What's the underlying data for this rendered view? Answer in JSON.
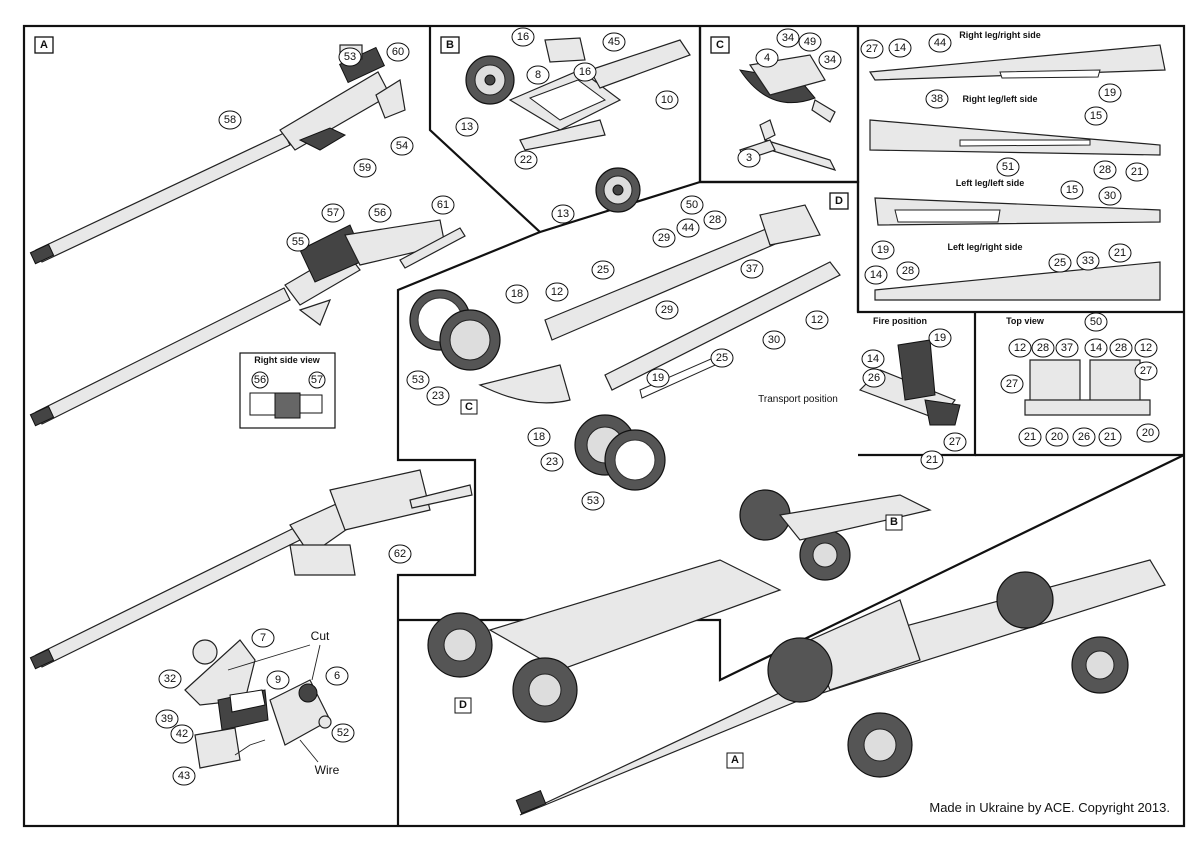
{
  "title": "Assembly instructions sheet - gun carriage",
  "sections": [
    {
      "id": "A",
      "label": "A"
    },
    {
      "id": "B",
      "label": "B"
    },
    {
      "id": "C",
      "label": "C"
    },
    {
      "id": "D",
      "label": "D"
    }
  ],
  "callouts": {
    "A": [
      "53",
      "60",
      "58",
      "54",
      "59",
      "55",
      "57",
      "56",
      "61",
      "62",
      "7",
      "32",
      "9",
      "6",
      "39",
      "42",
      "52",
      "43"
    ],
    "B": [
      "16",
      "45",
      "8",
      "16",
      "10",
      "13",
      "22",
      "13"
    ],
    "C": [
      "34",
      "49",
      "4",
      "34",
      "3"
    ],
    "D": [
      "50",
      "28",
      "29",
      "44",
      "25",
      "37",
      "12",
      "18",
      "29",
      "12",
      "25",
      "30",
      "53",
      "23",
      "19",
      "18",
      "23",
      "53"
    ],
    "legs": [
      "27",
      "14",
      "44",
      "38",
      "19",
      "15",
      "51",
      "28",
      "21",
      "15",
      "30",
      "19",
      "21",
      "14",
      "28",
      "25",
      "33"
    ],
    "fire": [
      "19",
      "14",
      "26",
      "27",
      "21"
    ],
    "top": [
      "50",
      "12",
      "28",
      "37",
      "14",
      "28",
      "12",
      "27",
      "27",
      "21",
      "20",
      "26",
      "21",
      "20"
    ]
  },
  "labels": {
    "right_side_view": "Right side view",
    "rsv_56": "56",
    "rsv_57": "57",
    "cut": "Cut",
    "wire": "Wire",
    "transport_position": "Transport position",
    "right_leg_right_side": "Right leg/right side",
    "right_leg_left_side": "Right leg/left side",
    "left_leg_left_side": "Left leg/left side",
    "left_leg_right_side": "Left leg/right side",
    "fire_position": "Fire position",
    "top_view": "Top view",
    "final_B": "B",
    "final_D": "D",
    "final_A": "A",
    "copyright": "Made in Ukraine by ACE. Copyright 2013."
  }
}
